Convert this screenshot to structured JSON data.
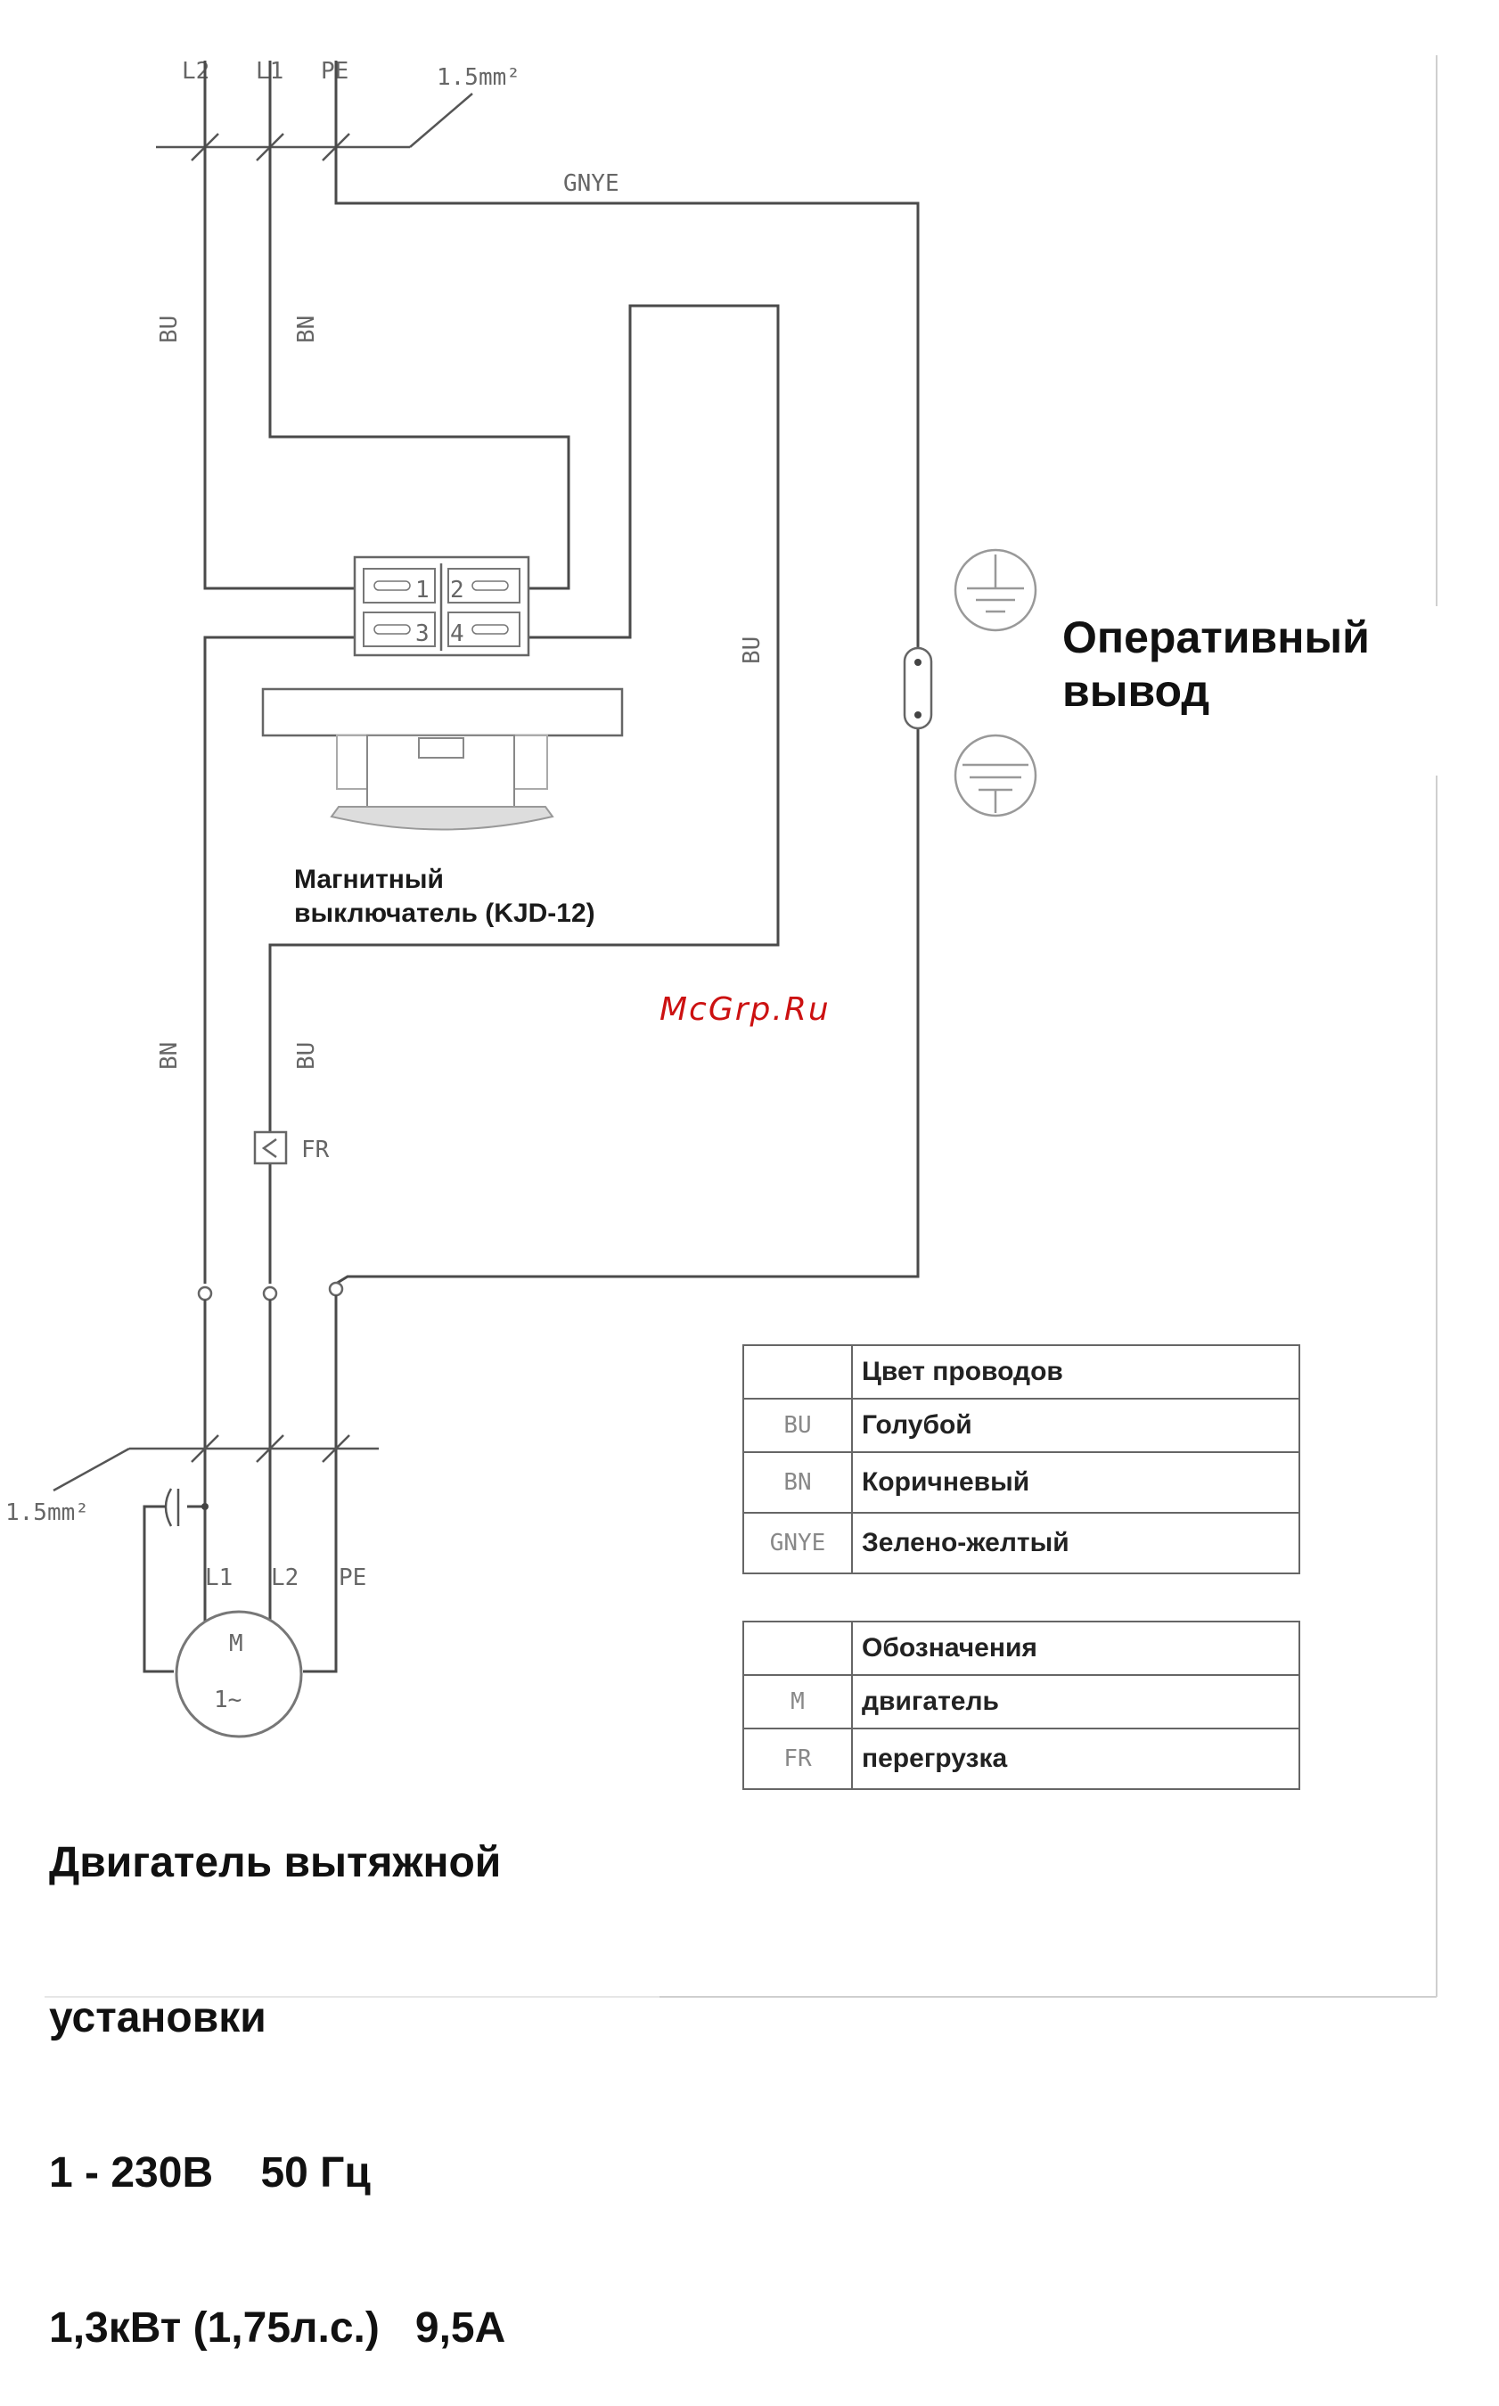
{
  "top_supply": {
    "terminals": [
      "L2",
      "L1",
      "PE"
    ],
    "cable_size": "1.5mm²"
  },
  "wire_colors": {
    "gnye": "GNYE",
    "bu": "BU",
    "bn": "BN"
  },
  "switch": {
    "label_line1": "Магнитный",
    "label_line2": "выключатель (KJD-12)",
    "contacts": [
      "1",
      "2",
      "3",
      "4"
    ]
  },
  "ground": {
    "label_line1": "Оперативный",
    "label_line2": "вывод"
  },
  "overload": {
    "label": "FR"
  },
  "motor": {
    "symbol": "M",
    "phase": "1~",
    "terminals": [
      "L1",
      "L2",
      "PE"
    ],
    "cable_size": "1.5mm²",
    "title_line1": "Двигатель вытяжной",
    "title_line2": "установки",
    "spec_line1": "1 - 230В    50 Гц",
    "spec_line2": "1,3кВт (1,75л.с.)   9,5А"
  },
  "legend_colors": {
    "header": "Цвет проводов",
    "rows": [
      {
        "code": "BU",
        "text": "Голубой"
      },
      {
        "code": "BN",
        "text": "Коричневый"
      },
      {
        "code": "GNYE",
        "text": "Зелено-желтый"
      }
    ]
  },
  "legend_symbols": {
    "header": "Обозначения",
    "rows": [
      {
        "code": "M",
        "text": "двигатель"
      },
      {
        "code": "FR",
        "text": "перегрузка"
      }
    ]
  },
  "watermark": "McGrp.Ru"
}
